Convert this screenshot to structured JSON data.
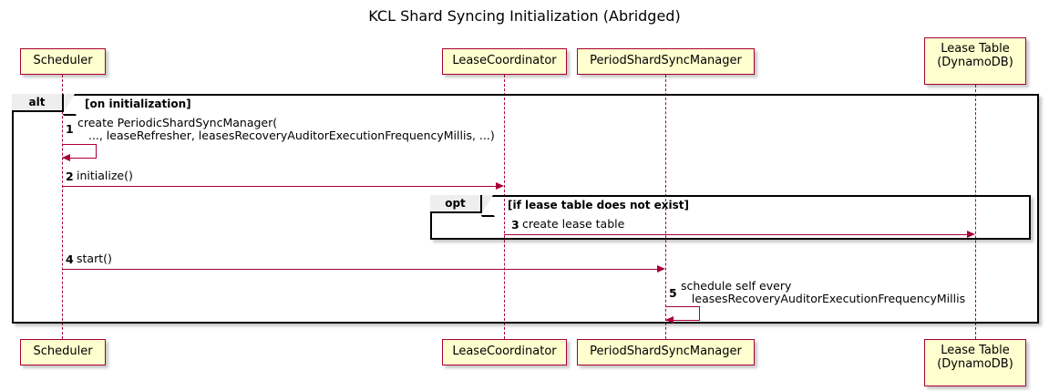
{
  "title": "KCL Shard Syncing Initialization (Abridged)",
  "participants": [
    {
      "id": "scheduler",
      "label": "Scheduler"
    },
    {
      "id": "leasecoord",
      "label": "LeaseCoordinator"
    },
    {
      "id": "psm",
      "label": "PeriodShardSyncManager"
    },
    {
      "id": "leasetable",
      "label": "Lease Table\n(DynamoDB)"
    }
  ],
  "frames": [
    {
      "id": "alt",
      "type": "alt",
      "condition": "[on initialization]"
    },
    {
      "id": "opt",
      "type": "opt",
      "condition": "[if lease table does not exist]"
    }
  ],
  "messages": [
    {
      "num": "1",
      "from": "scheduler",
      "to": "scheduler",
      "self": true,
      "text": "create PeriodicShardSyncManager(\n   ..., leaseRefresher, leasesRecoveryAuditorExecutionFrequencyMillis, ...)"
    },
    {
      "num": "2",
      "from": "scheduler",
      "to": "leasecoord",
      "self": false,
      "text": "initialize()"
    },
    {
      "num": "3",
      "from": "leasecoord",
      "to": "leasetable",
      "self": false,
      "text": "create lease table"
    },
    {
      "num": "4",
      "from": "scheduler",
      "to": "psm",
      "self": false,
      "text": "start()"
    },
    {
      "num": "5",
      "from": "psm",
      "to": "psm",
      "self": true,
      "text": "schedule self every\n   leasesRecoveryAuditorExecutionFrequencyMillis"
    }
  ],
  "colors": {
    "participant_fill": "#FEFECE",
    "participant_border": "#A80036",
    "arrow": "#A80036",
    "frame_border": "#000000",
    "frame_tab_fill": "#EEEEEE",
    "background": "#FFFFFF"
  }
}
